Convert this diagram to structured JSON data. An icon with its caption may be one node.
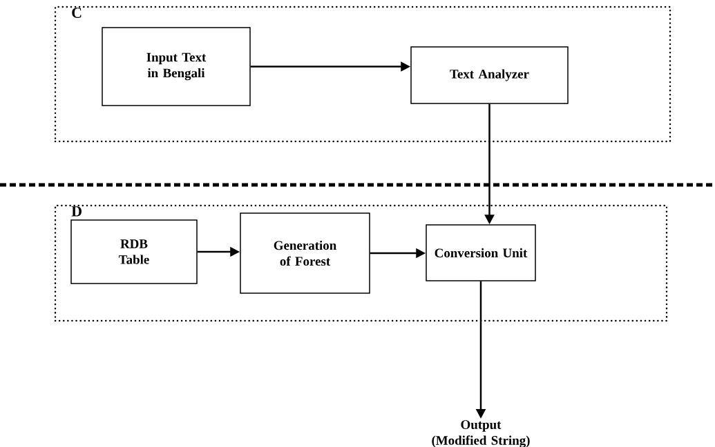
{
  "diagram": {
    "nodes": [
      {
        "text": [
          "C"
        ]
      },
      {
        "text": [
          "Input Text in Bengali"
        ],
        "in": 0
      },
      {
        "text": [
          "Text Analyzer"
        ],
        "in": 0
      },
      {
        "text": [
          "D"
        ]
      },
      {
        "text": [
          "RDB Table"
        ],
        "in": 3
      },
      {
        "text": [
          "Generation of Forest"
        ],
        "in": 3
      },
      {
        "text": [
          "Conversion Unit"
        ],
        "in": 3
      },
      {
        "text": [
          "Output (Modified String)"
        ]
      }
    ],
    "edges": [
      {
        "from": 1,
        "to": 2,
        "arrow": "to"
      },
      {
        "from": 2,
        "to": 6,
        "arrow": "to"
      },
      {
        "from": 4,
        "to": 5,
        "arrow": "to"
      },
      {
        "from": 5,
        "to": 6,
        "arrow": "to"
      },
      {
        "from": 6,
        "to": 7,
        "arrow": "to"
      }
    ]
  }
}
